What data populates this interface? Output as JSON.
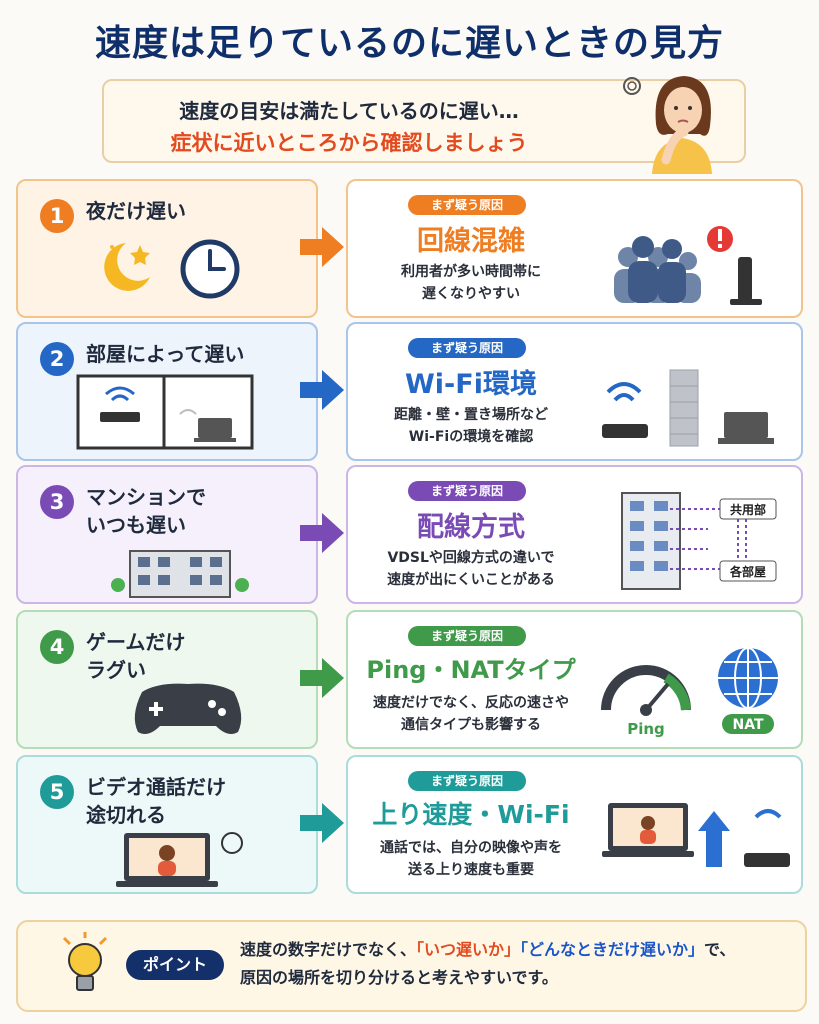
{
  "title": "速度は足りているのに遅いときの見方",
  "intro": {
    "line1": "速度の目安は満たしているのに遅い…",
    "line2": "症状に近いところから確認しましょう"
  },
  "badge_label": "まず疑う原因",
  "rows": [
    {
      "num": "1",
      "symptom": "夜だけ遅い",
      "cause": "回線混雑",
      "desc": "利用者が多い時間帯に\n遅くなりやすい",
      "color": "#ef7d22",
      "bg": "#fff3e6",
      "border": "#f2c48c",
      "icons": [
        "moon-stars-icon",
        "clock-icon",
        "crowd-icon",
        "alert-icon",
        "router-icon"
      ]
    },
    {
      "num": "2",
      "symptom": "部屋によって遅い",
      "cause": "Wi-Fi環境",
      "desc": "距離・壁・置き場所など\nWi-Fiの環境を確認",
      "color": "#2467c4",
      "bg": "#eef4fc",
      "border": "#a9c5ea",
      "icons": [
        "floorplan-icon",
        "router-icon",
        "wall-icon",
        "laptop-icon"
      ]
    },
    {
      "num": "3",
      "symptom": "マンションで\nいつも遅い",
      "cause": "配線方式",
      "desc": "VDSLや回線方式の違いで\n速度が出にくいことがある",
      "color": "#7b4bb5",
      "bg": "#f5f0fb",
      "border": "#cbb6e6",
      "icons": [
        "apartment-icon",
        "building-icon"
      ]
    },
    {
      "num": "4",
      "symptom": "ゲームだけ\nラグい",
      "cause": "Ping・NATタイプ",
      "desc": "速度だけでなく、反応の速さや\n通信タイプも影響する",
      "color": "#3f9a4a",
      "bg": "#eef8ee",
      "border": "#b4dcb6",
      "icons": [
        "gamepad-icon",
        "gauge-icon",
        "globe-icon"
      ]
    },
    {
      "num": "5",
      "symptom": "ビデオ通話だけ\n途切れる",
      "cause": "上り速度・Wi-Fi",
      "desc": "通話では、自分の映像や声を\n送る上り速度も重要",
      "color": "#1f9c9a",
      "bg": "#edf8f8",
      "border": "#a9dcda",
      "icons": [
        "video-call-icon",
        "upload-arrow-icon",
        "router-icon"
      ]
    }
  ],
  "labels": {
    "ping": "Ping",
    "nat": "NAT",
    "shared": "共用部",
    "each_room": "各部屋"
  },
  "point": {
    "badge": "ポイント",
    "text_a": "速度の数字だけでなく、",
    "hl1": "「いつ遅いか」",
    "hl2": "「どんなときだけ遅いか」",
    "text_b": "で、",
    "text_c": "原因の場所を切り分けると考えやすいです。"
  }
}
